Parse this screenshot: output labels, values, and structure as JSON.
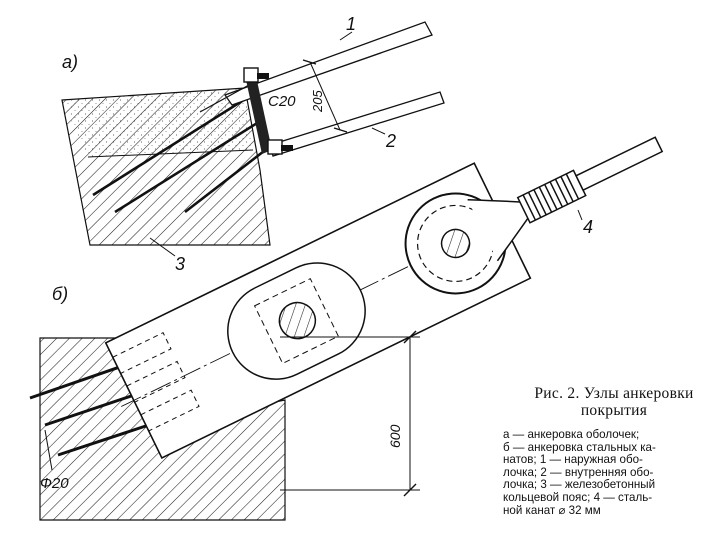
{
  "labels": {
    "part_a": "а)",
    "part_b": "б)",
    "item_1": "1",
    "item_2": "2",
    "item_3": "3",
    "item_4": "4",
    "bolt_c20": "С20",
    "dim_205": "205",
    "dim_600": "600",
    "phi20": "Ф20"
  },
  "caption": {
    "title_line1": "Рис. 2. Узлы анкеровки",
    "title_line2": "покрытия",
    "lines": [
      "а — анкеровка оболочек;",
      "б — анкеровка стальных ка-",
      "натов; 1 — наружная обо-",
      "лочка; 2 — внутренняя обо-",
      "лочка; 3 — железобетонный",
      "кольцевой пояс; 4 — сталь-",
      "ной канат ⌀ 32 мм"
    ]
  }
}
